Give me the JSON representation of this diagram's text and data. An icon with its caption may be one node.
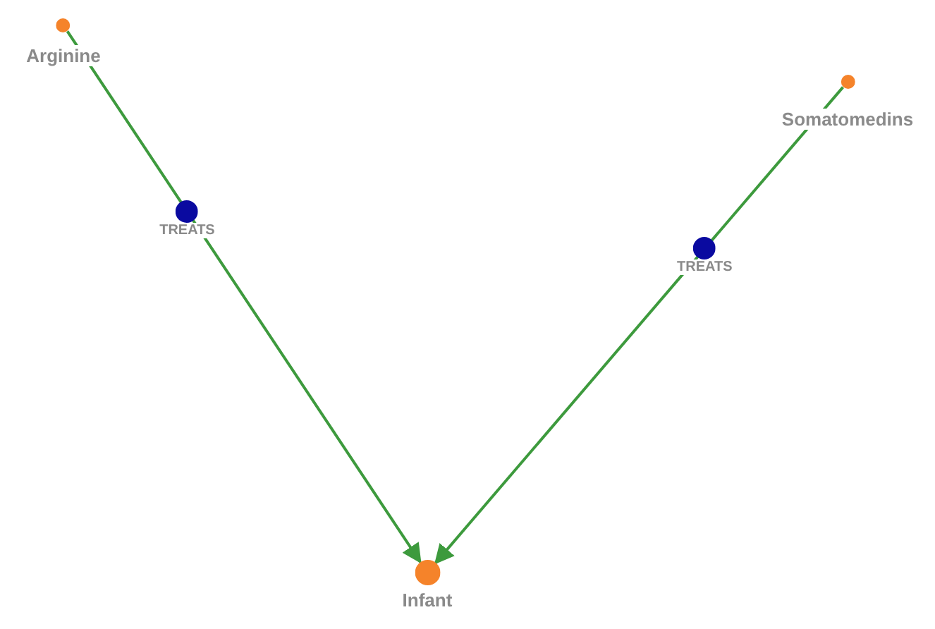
{
  "diagram": {
    "nodes": [
      {
        "text": [
          "Arginine"
        ]
      },
      {
        "text": [
          "Somatomedins"
        ]
      },
      {
        "text": [
          "Infant"
        ]
      }
    ],
    "edges": [
      {
        "from": 0,
        "to": 2,
        "arrow": "to",
        "label": "TREATS"
      },
      {
        "from": 1,
        "to": 2,
        "arrow": "to",
        "label": "TREATS"
      }
    ]
  }
}
